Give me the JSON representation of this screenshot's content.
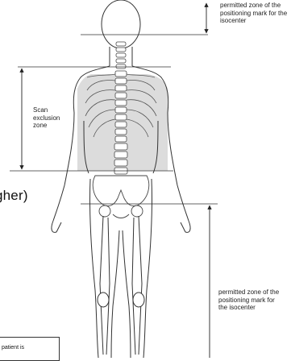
{
  "labels": {
    "top_zone": "permitted zone of the positioning mark for the isocenter",
    "scan_exclusion": "Scan exclusion zone",
    "bottom_zone": "permitted zone of the positioning mark for the isocenter"
  },
  "partial_text": {
    "cut_heading": "gher)",
    "note_box": "patient is"
  },
  "colors": {
    "exclusion_fill": "#dcdcdc",
    "line": "#333333",
    "arrow": "#222222"
  }
}
